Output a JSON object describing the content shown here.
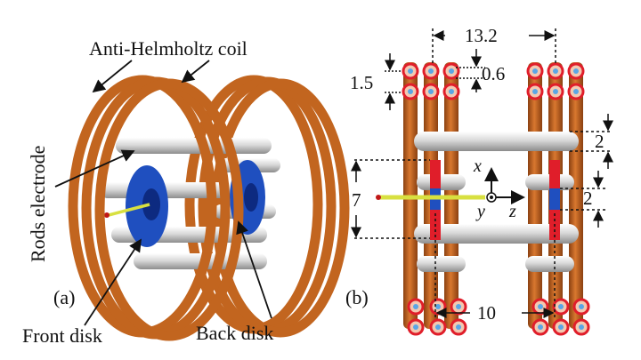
{
  "panel_a": {
    "label": "(a)",
    "coil_label": "Anti-Helmholtz coil",
    "rods_label": "Rods electrode",
    "front_disk_label": "Front disk",
    "back_disk_label": "Back disk"
  },
  "panel_b": {
    "label": "(b)",
    "dim_coil_span": "13.2",
    "dim_wire_gap": "0.6",
    "dim_wire_pitch": "1.5",
    "dim_rod_diameter": "2",
    "dim_disk_height": "7",
    "dim_disk_thickness": "2",
    "dim_disk_separation": "10",
    "axis_x": "x",
    "axis_y": "y",
    "axis_z": "z"
  },
  "colors": {
    "copper": "#c2651f",
    "copper_dark": "#8a4011",
    "rod_silver": "#dcdcdc",
    "disk_blue": "#1f4fbf",
    "disk_red": "#e01e2a",
    "needle_yellow": "#d8e040",
    "wire_end_blue": "#5aa6e6"
  }
}
